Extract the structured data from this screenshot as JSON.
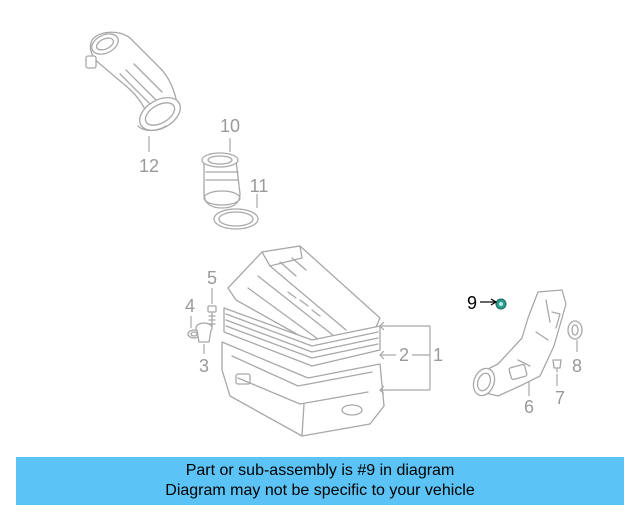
{
  "callouts": {
    "c1": "1",
    "c2": "2",
    "c3": "3",
    "c4": "4",
    "c5": "5",
    "c6": "6",
    "c7": "7",
    "c8": "8",
    "c9": "9",
    "c10": "10",
    "c11": "11",
    "c12": "12"
  },
  "highlighted_part": "9",
  "colors": {
    "banner": "#5bc3f5",
    "highlight_part": "#2a9d8f",
    "line_art": "#a8a8a8"
  },
  "banner": {
    "line1": "Part or sub-assembly is #9 in diagram",
    "line2": "Diagram may not be specific to your vehicle"
  }
}
